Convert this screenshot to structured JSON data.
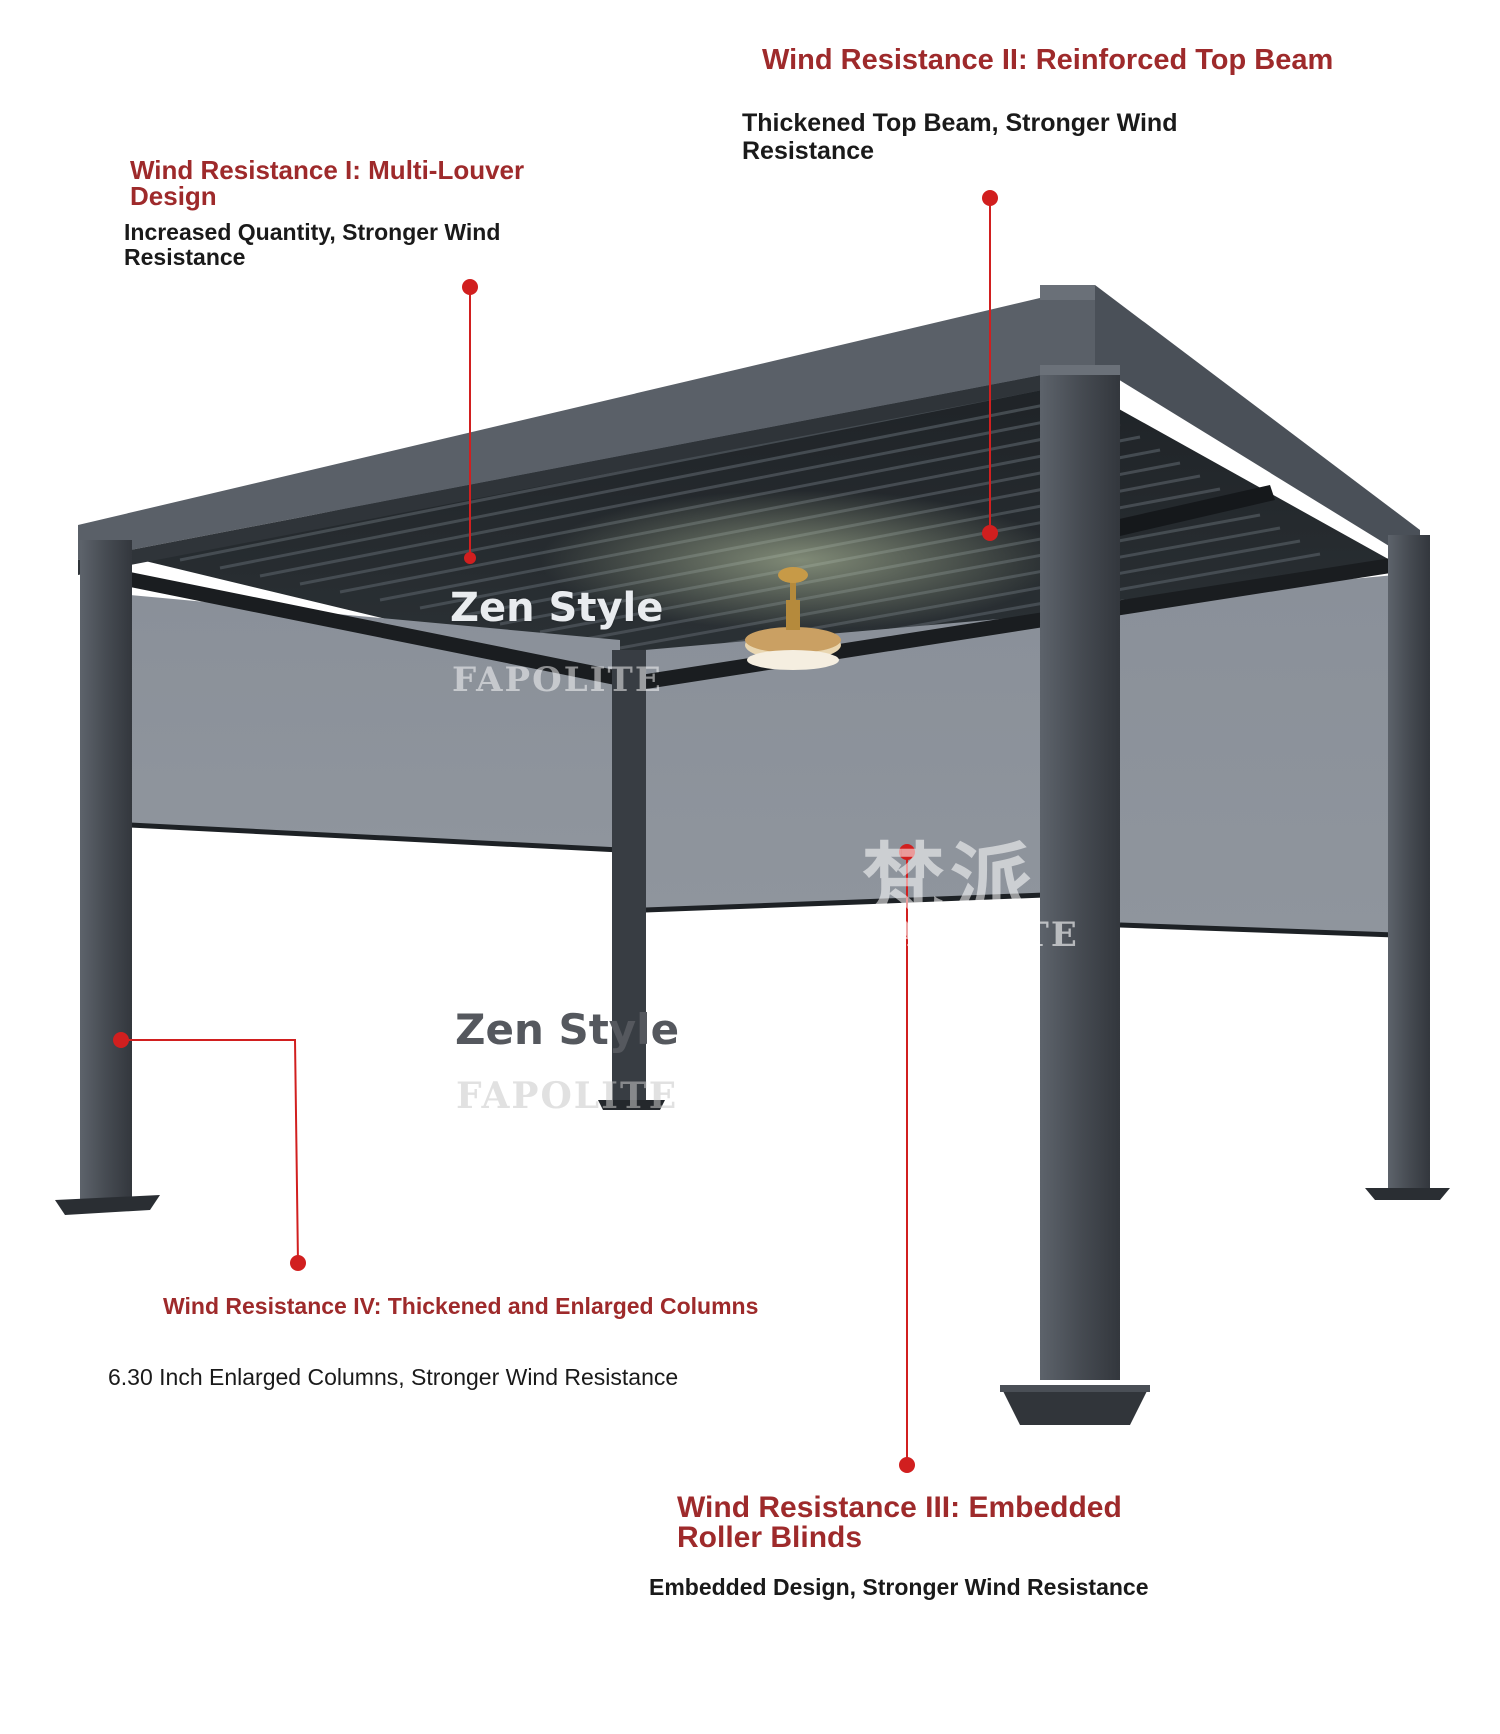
{
  "callouts": {
    "c1": {
      "title": "Wind Resistance I: Multi-Louver Design",
      "desc": "Increased Quantity, Stronger Wind Resistance"
    },
    "c2": {
      "title": "Wind Resistance II: Reinforced Top Beam",
      "desc": "Thickened Top Beam, Stronger Wind Resistance"
    },
    "c3": {
      "title": "Wind Resistance III: Embedded Roller Blinds",
      "desc": "Embedded Design, Stronger Wind Resistance"
    },
    "c4": {
      "title": "Wind Resistance IV: Thickened and Enlarged Columns",
      "desc": "6.30 Inch Enlarged Columns, Stronger Wind Resistance"
    }
  },
  "watermarks": {
    "zen_style": "Zen Style",
    "brand_en": "FAPOLITE",
    "brand_cn": "梵派"
  },
  "colors": {
    "accent_red": "#9e2a2b",
    "marker_red": "#d11f1f",
    "frame": "#3f444b",
    "frame_light": "#5b616a",
    "blind": "#8b919a",
    "louver": "#23272b",
    "text_dark": "#1a1a1a"
  },
  "icons": {
    "marker": "red-dot-marker-icon",
    "fan": "ceiling-fan-light-icon"
  }
}
